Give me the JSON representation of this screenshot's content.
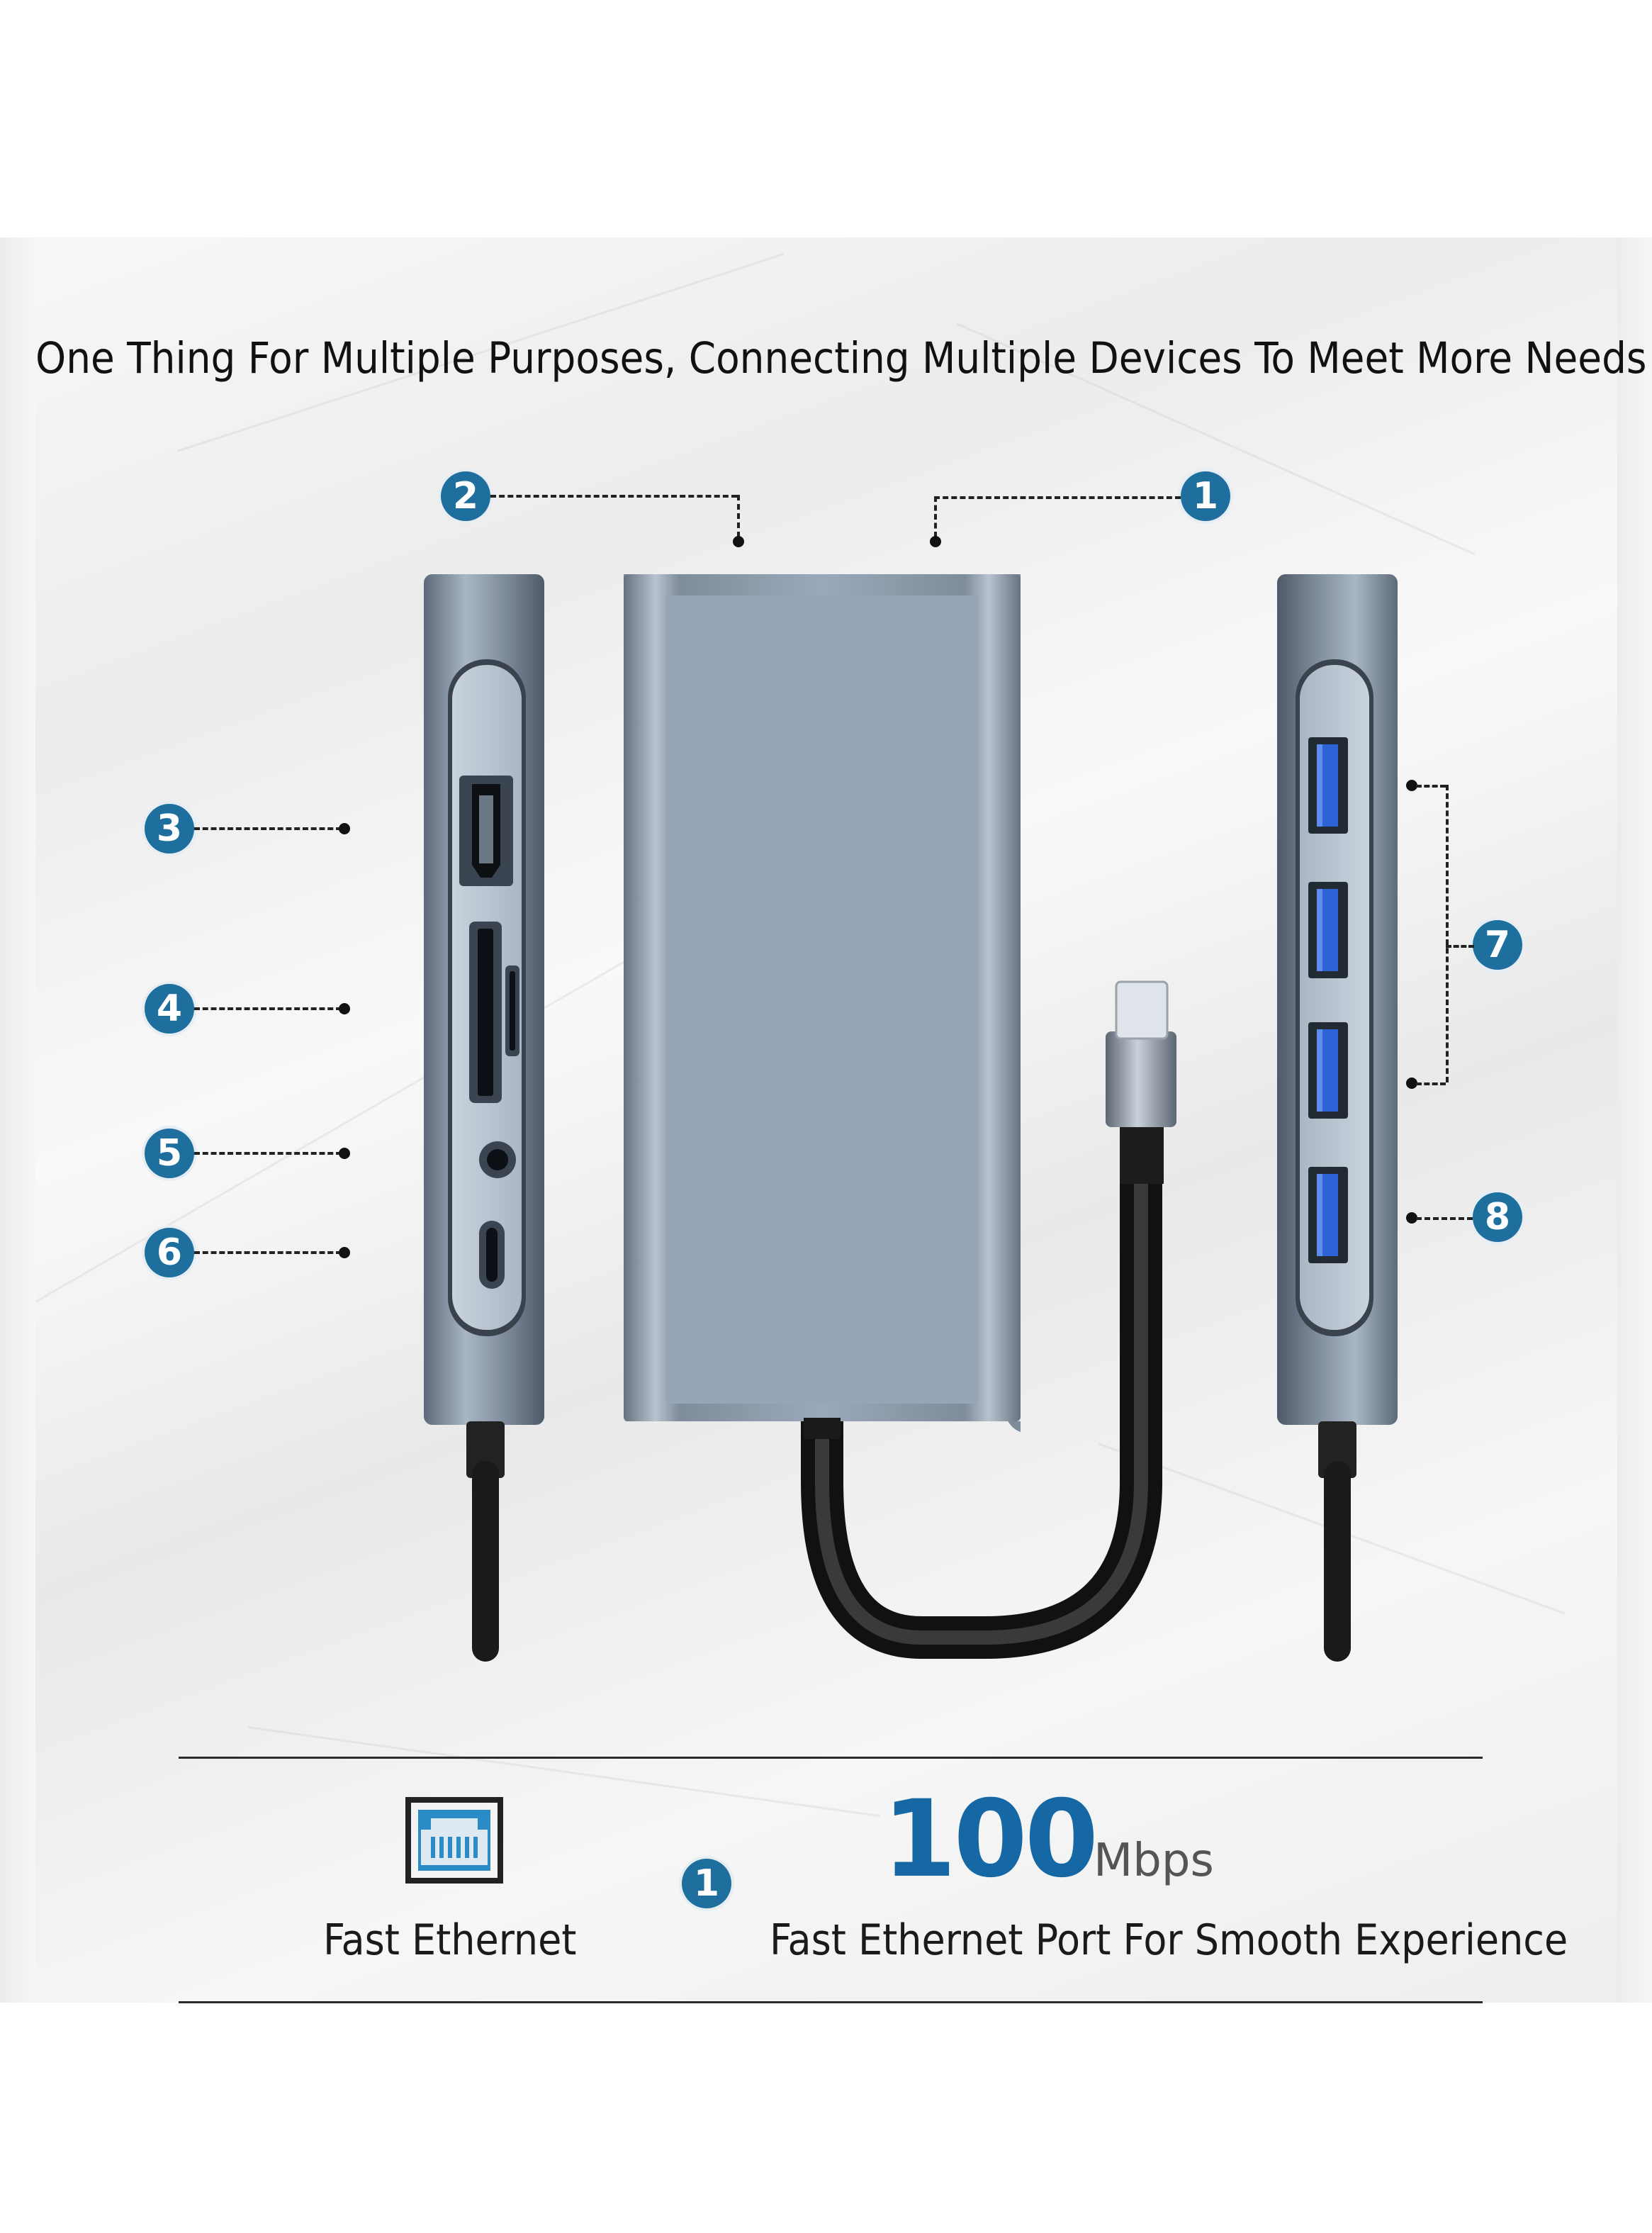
{
  "heading": "One Thing For Multiple Purposes, Connecting Multiple Devices To Meet More Needs",
  "callouts": [
    "1",
    "2",
    "3",
    "4",
    "5",
    "6",
    "7",
    "8"
  ],
  "footer": {
    "ethernet_label": "Fast Ethernet",
    "badge": "1",
    "speed_value": "100",
    "speed_unit": "Mbps",
    "speed_caption": "Fast Ethernet Port For Smooth Experience"
  },
  "colors": {
    "badge": "#1f6f9e",
    "speed": "#1668a5",
    "hub_body": "#98a7b8",
    "usb_blue": "#2c63d6"
  },
  "icons": [
    "ethernet-port-icon",
    "hdmi-port-icon",
    "sd-card-slot-icon",
    "tf-card-slot-icon",
    "audio-jack-icon",
    "usb-c-port-icon",
    "usb-a-port-icon",
    "usb-c-connector-icon"
  ]
}
